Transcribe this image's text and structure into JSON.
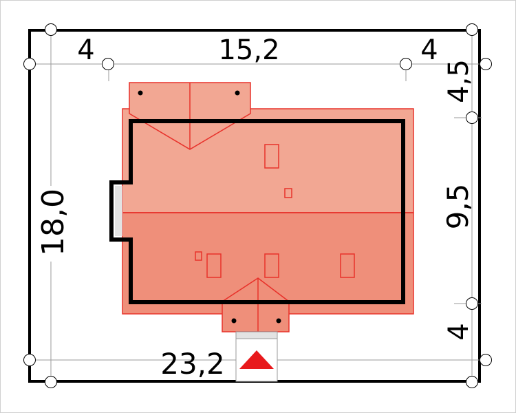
{
  "dimensions": {
    "left_offset": "4",
    "house_width": "15,2",
    "right_offset": "4",
    "top_offset": "4,5",
    "house_depth": "9,5",
    "bottom_offset": "4",
    "plot_width": "23,2",
    "plot_depth": "18,0"
  },
  "colors": {
    "roof_upper": "#f2a793",
    "roof_lower": "#ef8f7a",
    "roof_outline": "#e8322b",
    "wall": "#000000",
    "entrance_arrow": "#e8191c"
  },
  "icons": {
    "entrance": "entrance-arrow-icon"
  }
}
